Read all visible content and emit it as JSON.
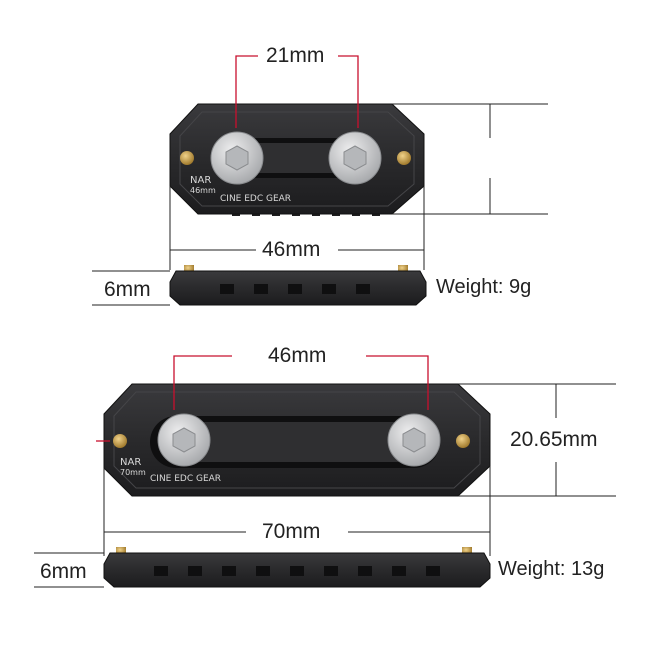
{
  "colors": {
    "body": "#2b2b2d",
    "body_dark": "#18181a",
    "accent_red": "#c8102e",
    "dimension_line": "#222222",
    "screw": "#c9cbcd",
    "brass": "#b8923a"
  },
  "small_rail": {
    "screw_spacing": "21mm",
    "length": "46mm",
    "thickness": "6mm",
    "weight_label": "Weight:",
    "weight_value": "9g",
    "engraving_model": "NAR",
    "engraving_size": "46mm",
    "engraving_brand": "CINE EDC GEAR"
  },
  "large_rail": {
    "screw_spacing": "46mm",
    "width": "20.65mm",
    "length": "70mm",
    "thickness": "6mm",
    "weight_label": "Weight:",
    "weight_value": "13g",
    "engraving_model": "NAR",
    "engraving_size": "70mm",
    "engraving_brand": "CINE EDC GEAR"
  }
}
